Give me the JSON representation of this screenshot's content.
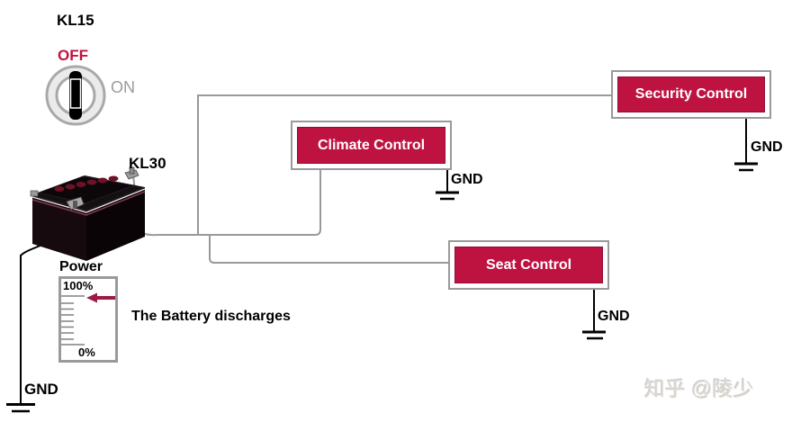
{
  "ignition": {
    "terminal": "KL15",
    "off_label": "OFF",
    "on_label": "ON"
  },
  "battery": {
    "terminal": "KL30",
    "gnd": "GND",
    "caption": "The Battery discharges"
  },
  "gauge": {
    "title": "Power",
    "max": "100%",
    "min": "0%"
  },
  "modules": [
    {
      "id": "security",
      "label": "Security Control",
      "gnd": "GND"
    },
    {
      "id": "climate",
      "label": "Climate Control",
      "gnd": "GND"
    },
    {
      "id": "seat",
      "label": "Seat Control",
      "gnd": "GND"
    }
  ],
  "watermark": "知乎 @陵少",
  "colors": {
    "accent_red": "#be1341",
    "arrow_red": "#9d1b42",
    "wire_gray": "#999999",
    "border_gray": "#9a9a9a",
    "label_gray": "#9b9b9b",
    "wire_black": "#000000"
  }
}
